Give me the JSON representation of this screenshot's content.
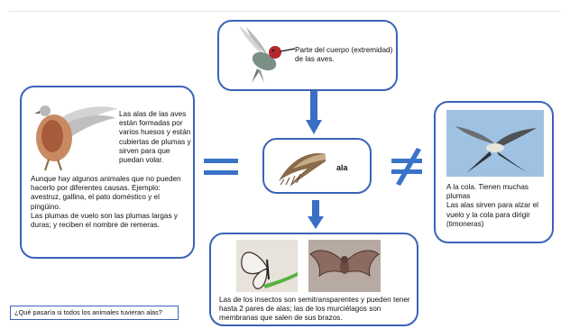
{
  "top_box": {
    "text": "Parte del cuerpo (extremidad) de las aves."
  },
  "left_box": {
    "text_beside_image": "Las alas de las aves están formadas por varios huesos y están cubiertas de plumas y sirven para que puedan volar.",
    "text_below": "Aunque hay algunos animales que no pueden hacerlo por diferentes causas. Ejemplo: avestruz, gallina, el pato doméstico y el pingüino.\nLas plumas de vuelo son las plumas largas y duras; y reciben el nombre de remeras."
  },
  "center_box": {
    "label": "ala"
  },
  "right_box": {
    "text": "A la cola. Tienen muchas plumas\nLas alas sirven para alzar el vuelo y la cola para dirigir (timoneras)"
  },
  "bottom_box": {
    "text": "Las de los insectos son semitransparentes y pueden tener hasta 2 pares de alas; las de los murciélagos son membranas que salen de sus brazos."
  },
  "question": {
    "text": "¿Qué pasaría si todos los animales tuvieran alas?"
  },
  "symbols": {
    "equals": "=",
    "not_equals": "≠"
  },
  "colors": {
    "box_border": "#3a63b8",
    "arrow": "#3a6fc4",
    "symbol": "#3a73c8"
  }
}
